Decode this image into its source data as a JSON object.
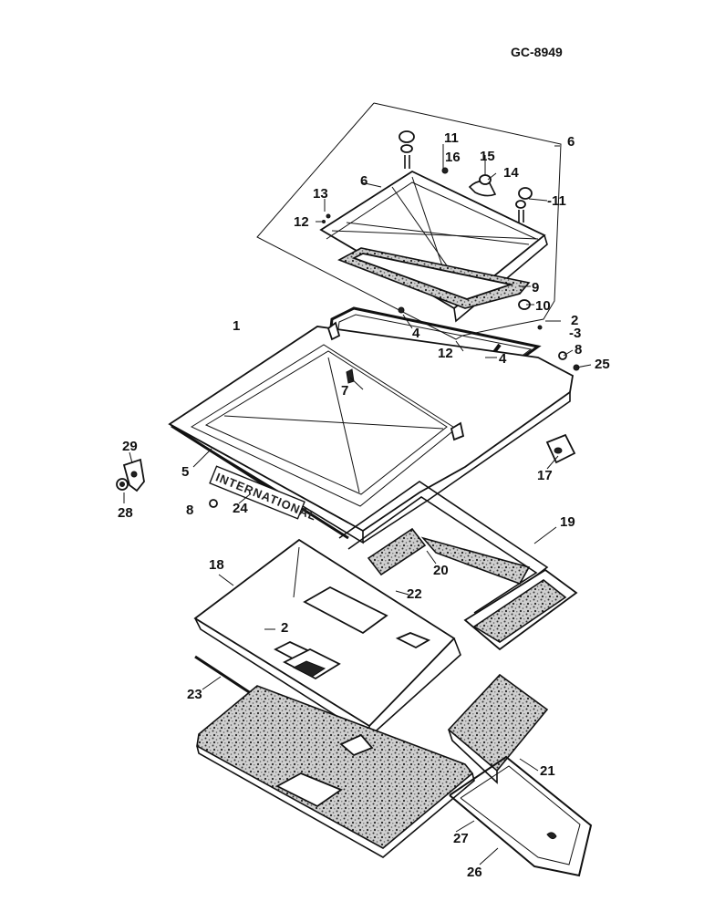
{
  "drawing_code": "GC-8949",
  "emblem_text": "INTERNATIONAL",
  "callouts": [
    {
      "id": "c1",
      "text": "1"
    },
    {
      "id": "c2a",
      "text": "2"
    },
    {
      "id": "c3",
      "text": "-3"
    },
    {
      "id": "c4a",
      "text": "4"
    },
    {
      "id": "c4b",
      "text": "4"
    },
    {
      "id": "c5",
      "text": "5"
    },
    {
      "id": "c6a",
      "text": "6"
    },
    {
      "id": "c6b",
      "text": "6"
    },
    {
      "id": "c7",
      "text": "7"
    },
    {
      "id": "c8a",
      "text": "8"
    },
    {
      "id": "c8b",
      "text": "8"
    },
    {
      "id": "c9",
      "text": "9"
    },
    {
      "id": "c10",
      "text": "10"
    },
    {
      "id": "c11a",
      "text": "11"
    },
    {
      "id": "c11b",
      "text": "-11"
    },
    {
      "id": "c12a",
      "text": "12"
    },
    {
      "id": "c12b",
      "text": "12"
    },
    {
      "id": "c13",
      "text": "13"
    },
    {
      "id": "c14",
      "text": "14"
    },
    {
      "id": "c15",
      "text": "15"
    },
    {
      "id": "c16",
      "text": "16"
    },
    {
      "id": "c17",
      "text": "17"
    },
    {
      "id": "c18",
      "text": "18"
    },
    {
      "id": "c19",
      "text": "19"
    },
    {
      "id": "c20",
      "text": "20"
    },
    {
      "id": "c21",
      "text": "21"
    },
    {
      "id": "c22",
      "text": "22"
    },
    {
      "id": "c23",
      "text": "23"
    },
    {
      "id": "c24",
      "text": "24"
    },
    {
      "id": "c25",
      "text": "25"
    },
    {
      "id": "c26",
      "text": "26"
    },
    {
      "id": "c27",
      "text": "27"
    },
    {
      "id": "c28",
      "text": "28"
    },
    {
      "id": "c29",
      "text": "29"
    },
    {
      "id": "c2b",
      "text": "2"
    }
  ]
}
